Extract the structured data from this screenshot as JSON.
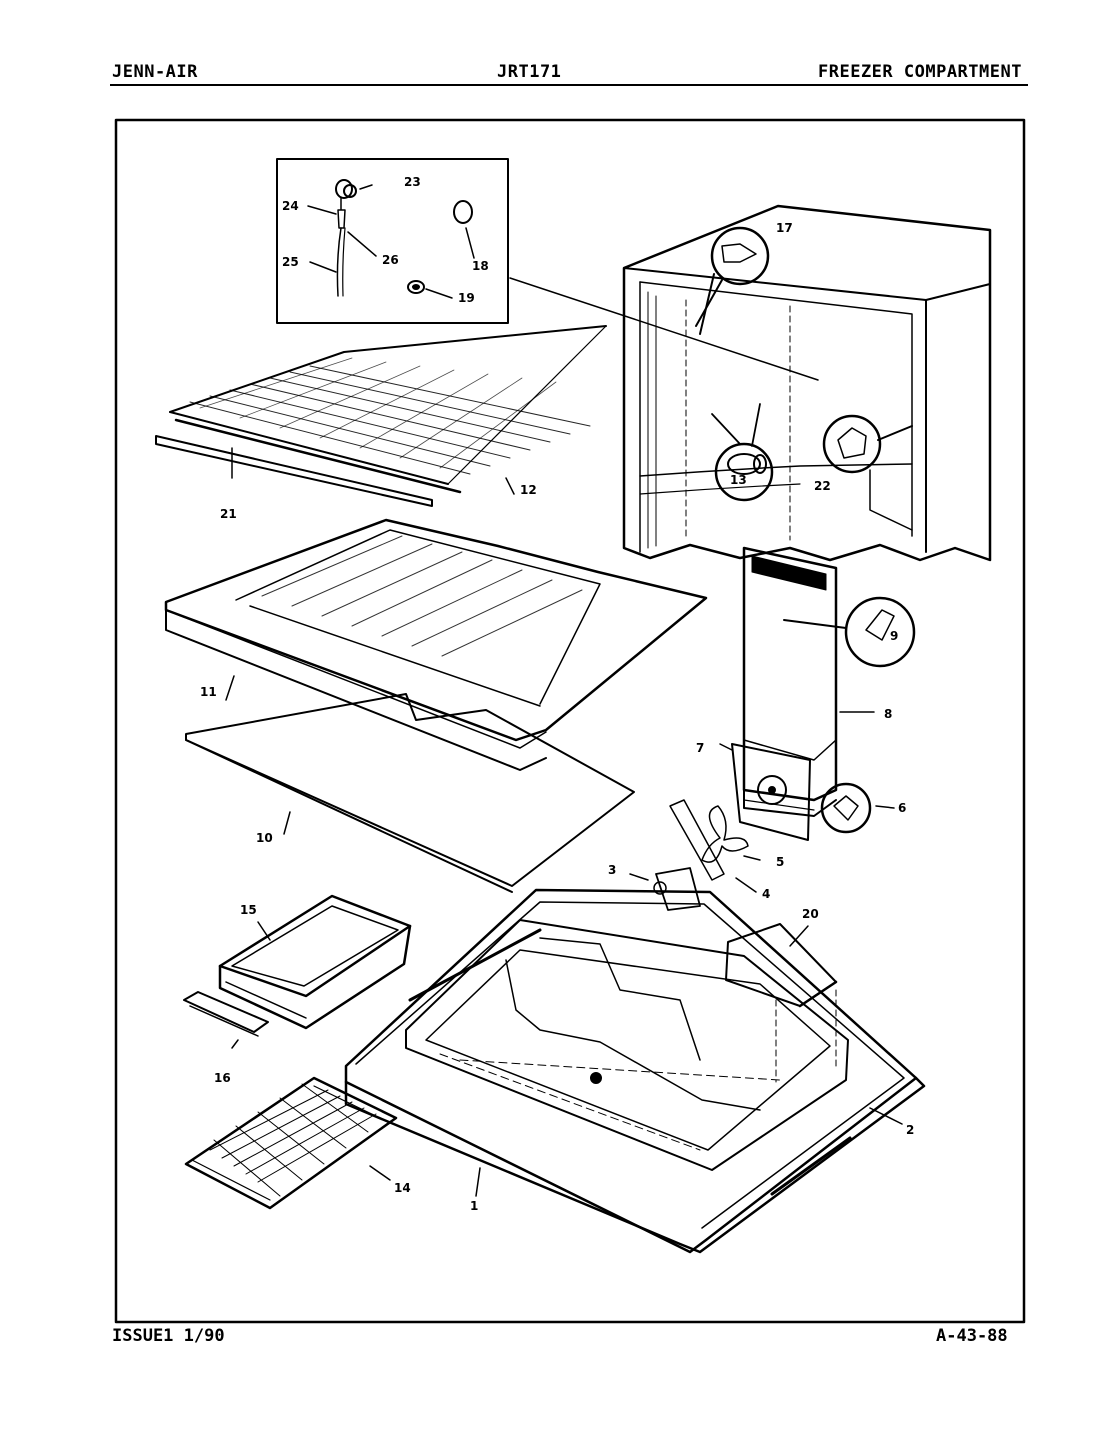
{
  "header": {
    "brand": "JENN-AIR",
    "model": "JRT171",
    "section": "FREEZER COMPARTMENT"
  },
  "footer": {
    "issue": "ISSUE1 1/90",
    "page_code": "A-43-88"
  },
  "callouts": [
    "23",
    "24",
    "26",
    "25",
    "18",
    "19",
    "17",
    "12",
    "21",
    "13",
    "22",
    "9",
    "11",
    "8",
    "10",
    "7",
    "6",
    "5",
    "4",
    "3",
    "20",
    "15",
    "16",
    "2",
    "14",
    "1"
  ],
  "colors": {
    "ink": "#000000",
    "paper": "#ffffff"
  }
}
